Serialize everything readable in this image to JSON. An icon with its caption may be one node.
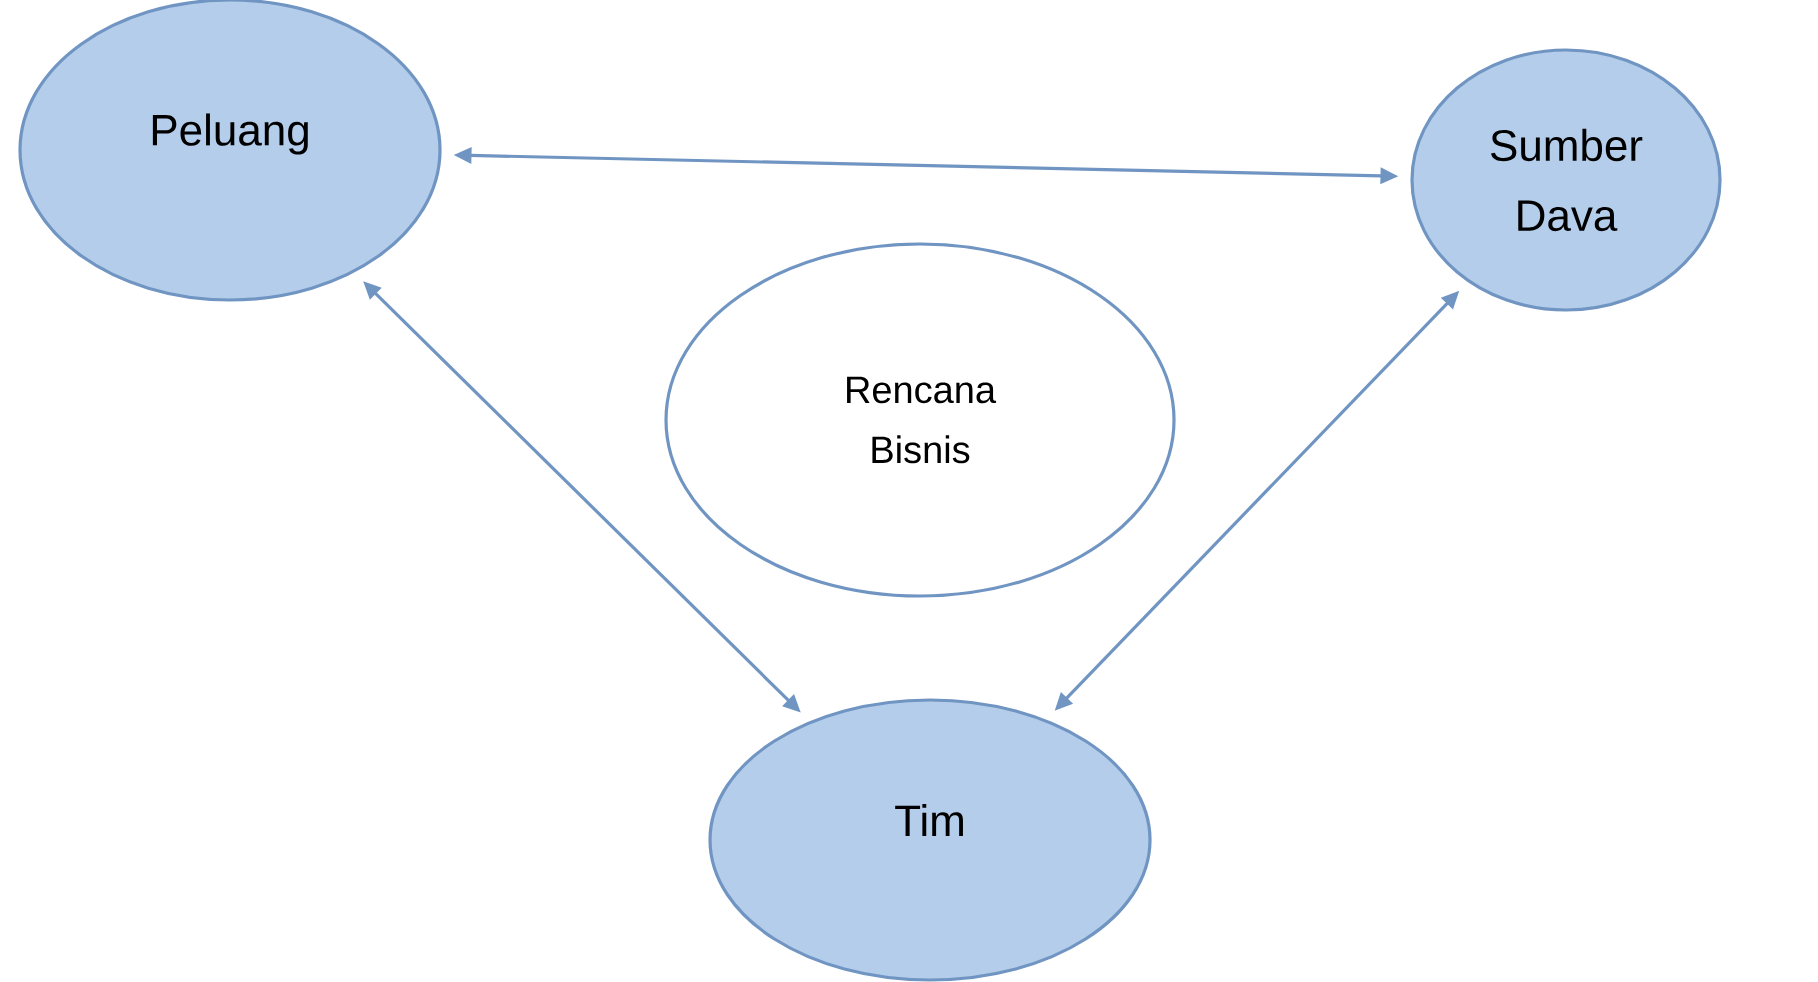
{
  "diagram": {
    "nodes": [
      {
        "text": [
          "Peluang"
        ]
      },
      {
        "text": [
          "Sumber Dava"
        ]
      },
      {
        "text": [
          "Rencana Bisnis"
        ]
      },
      {
        "text": [
          "Tim"
        ]
      }
    ],
    "edges": [
      {
        "from": 0,
        "to": 1,
        "arrow": "both"
      },
      {
        "from": 0,
        "to": 3,
        "arrow": "both"
      },
      {
        "from": 1,
        "to": 3,
        "arrow": "both"
      }
    ]
  }
}
